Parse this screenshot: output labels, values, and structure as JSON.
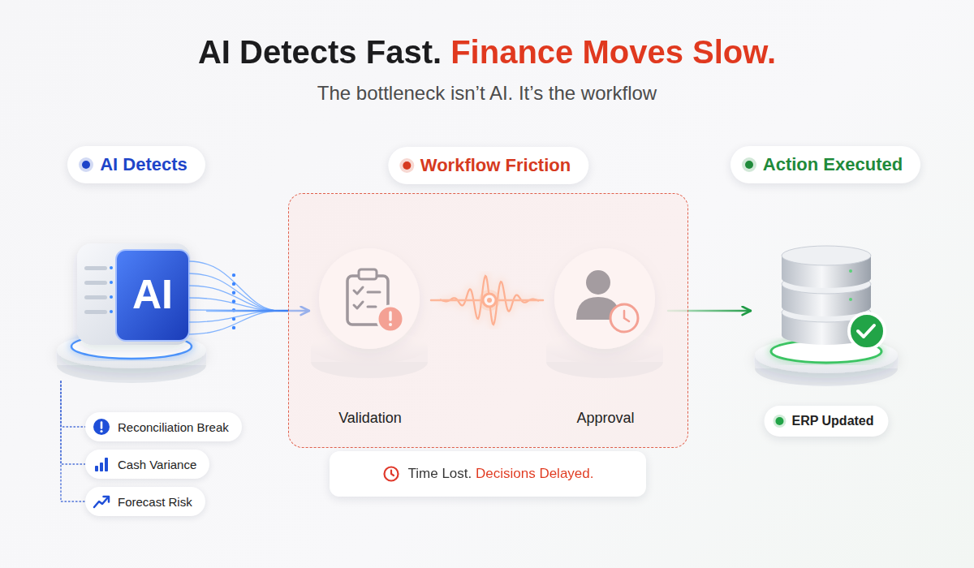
{
  "diagram": {
    "title": "AI Detects Fast. Finance Moves Slow.",
    "nodes": [
      {
        "text": [
          "AI Detects"
        ]
      },
      {
        "text": [
          "AI"
        ]
      },
      {
        "text": [
          "Reconciliation Break"
        ]
      },
      {
        "text": [
          "Cash Variance"
        ]
      },
      {
        "text": [
          "Forecast Risk"
        ]
      },
      {
        "text": [
          "Workflow Friction"
        ]
      },
      {
        "text": [
          "Validation"
        ],
        "in": 5
      },
      {
        "text": [
          "Approval"
        ],
        "in": 5
      },
      {
        "text": [
          "Time Lost. Decisions Delayed."
        ]
      },
      {
        "text": [
          "Action Executed"
        ]
      },
      {
        "text": [
          "ERP Updated"
        ]
      }
    ],
    "edges": [
      {
        "from": 1,
        "to": 6,
        "arrow": "to"
      },
      {
        "from": 1,
        "to": 2,
        "arrow": "none"
      },
      {
        "from": 1,
        "to": 3,
        "arrow": "none"
      },
      {
        "from": 1,
        "to": 4,
        "arrow": "none"
      },
      {
        "from": 6,
        "to": 7,
        "arrow": "none"
      },
      {
        "from": 7,
        "to": 10,
        "arrow": "to"
      }
    ],
    "labels": [
      "The bottleneck isn’t AI. It’s the workflow"
    ]
  }
}
